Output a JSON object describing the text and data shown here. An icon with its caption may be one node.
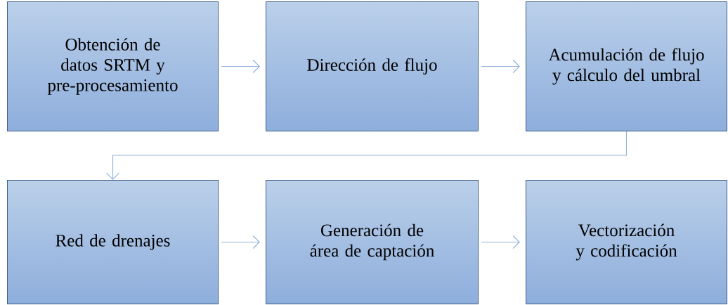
{
  "diagram": {
    "nodes": [
      {
        "text": [
          "Obtención de datos SRTM y pre-procesamiento"
        ]
      },
      {
        "text": [
          "Dirección de flujo"
        ]
      },
      {
        "text": [
          "Acumulación de flujo y cálculo del umbral"
        ]
      },
      {
        "text": [
          "Red de drenajes"
        ]
      },
      {
        "text": [
          "Generación de área de captación"
        ]
      },
      {
        "text": [
          "Vectorización y codificación"
        ]
      }
    ],
    "edges": [
      {
        "from": 0,
        "to": 1,
        "arrow": "to"
      },
      {
        "from": 1,
        "to": 2,
        "arrow": "to"
      },
      {
        "from": 2,
        "to": 3,
        "arrow": "to"
      },
      {
        "from": 3,
        "to": 4,
        "arrow": "to"
      },
      {
        "from": 4,
        "to": 5,
        "arrow": "to"
      }
    ]
  }
}
